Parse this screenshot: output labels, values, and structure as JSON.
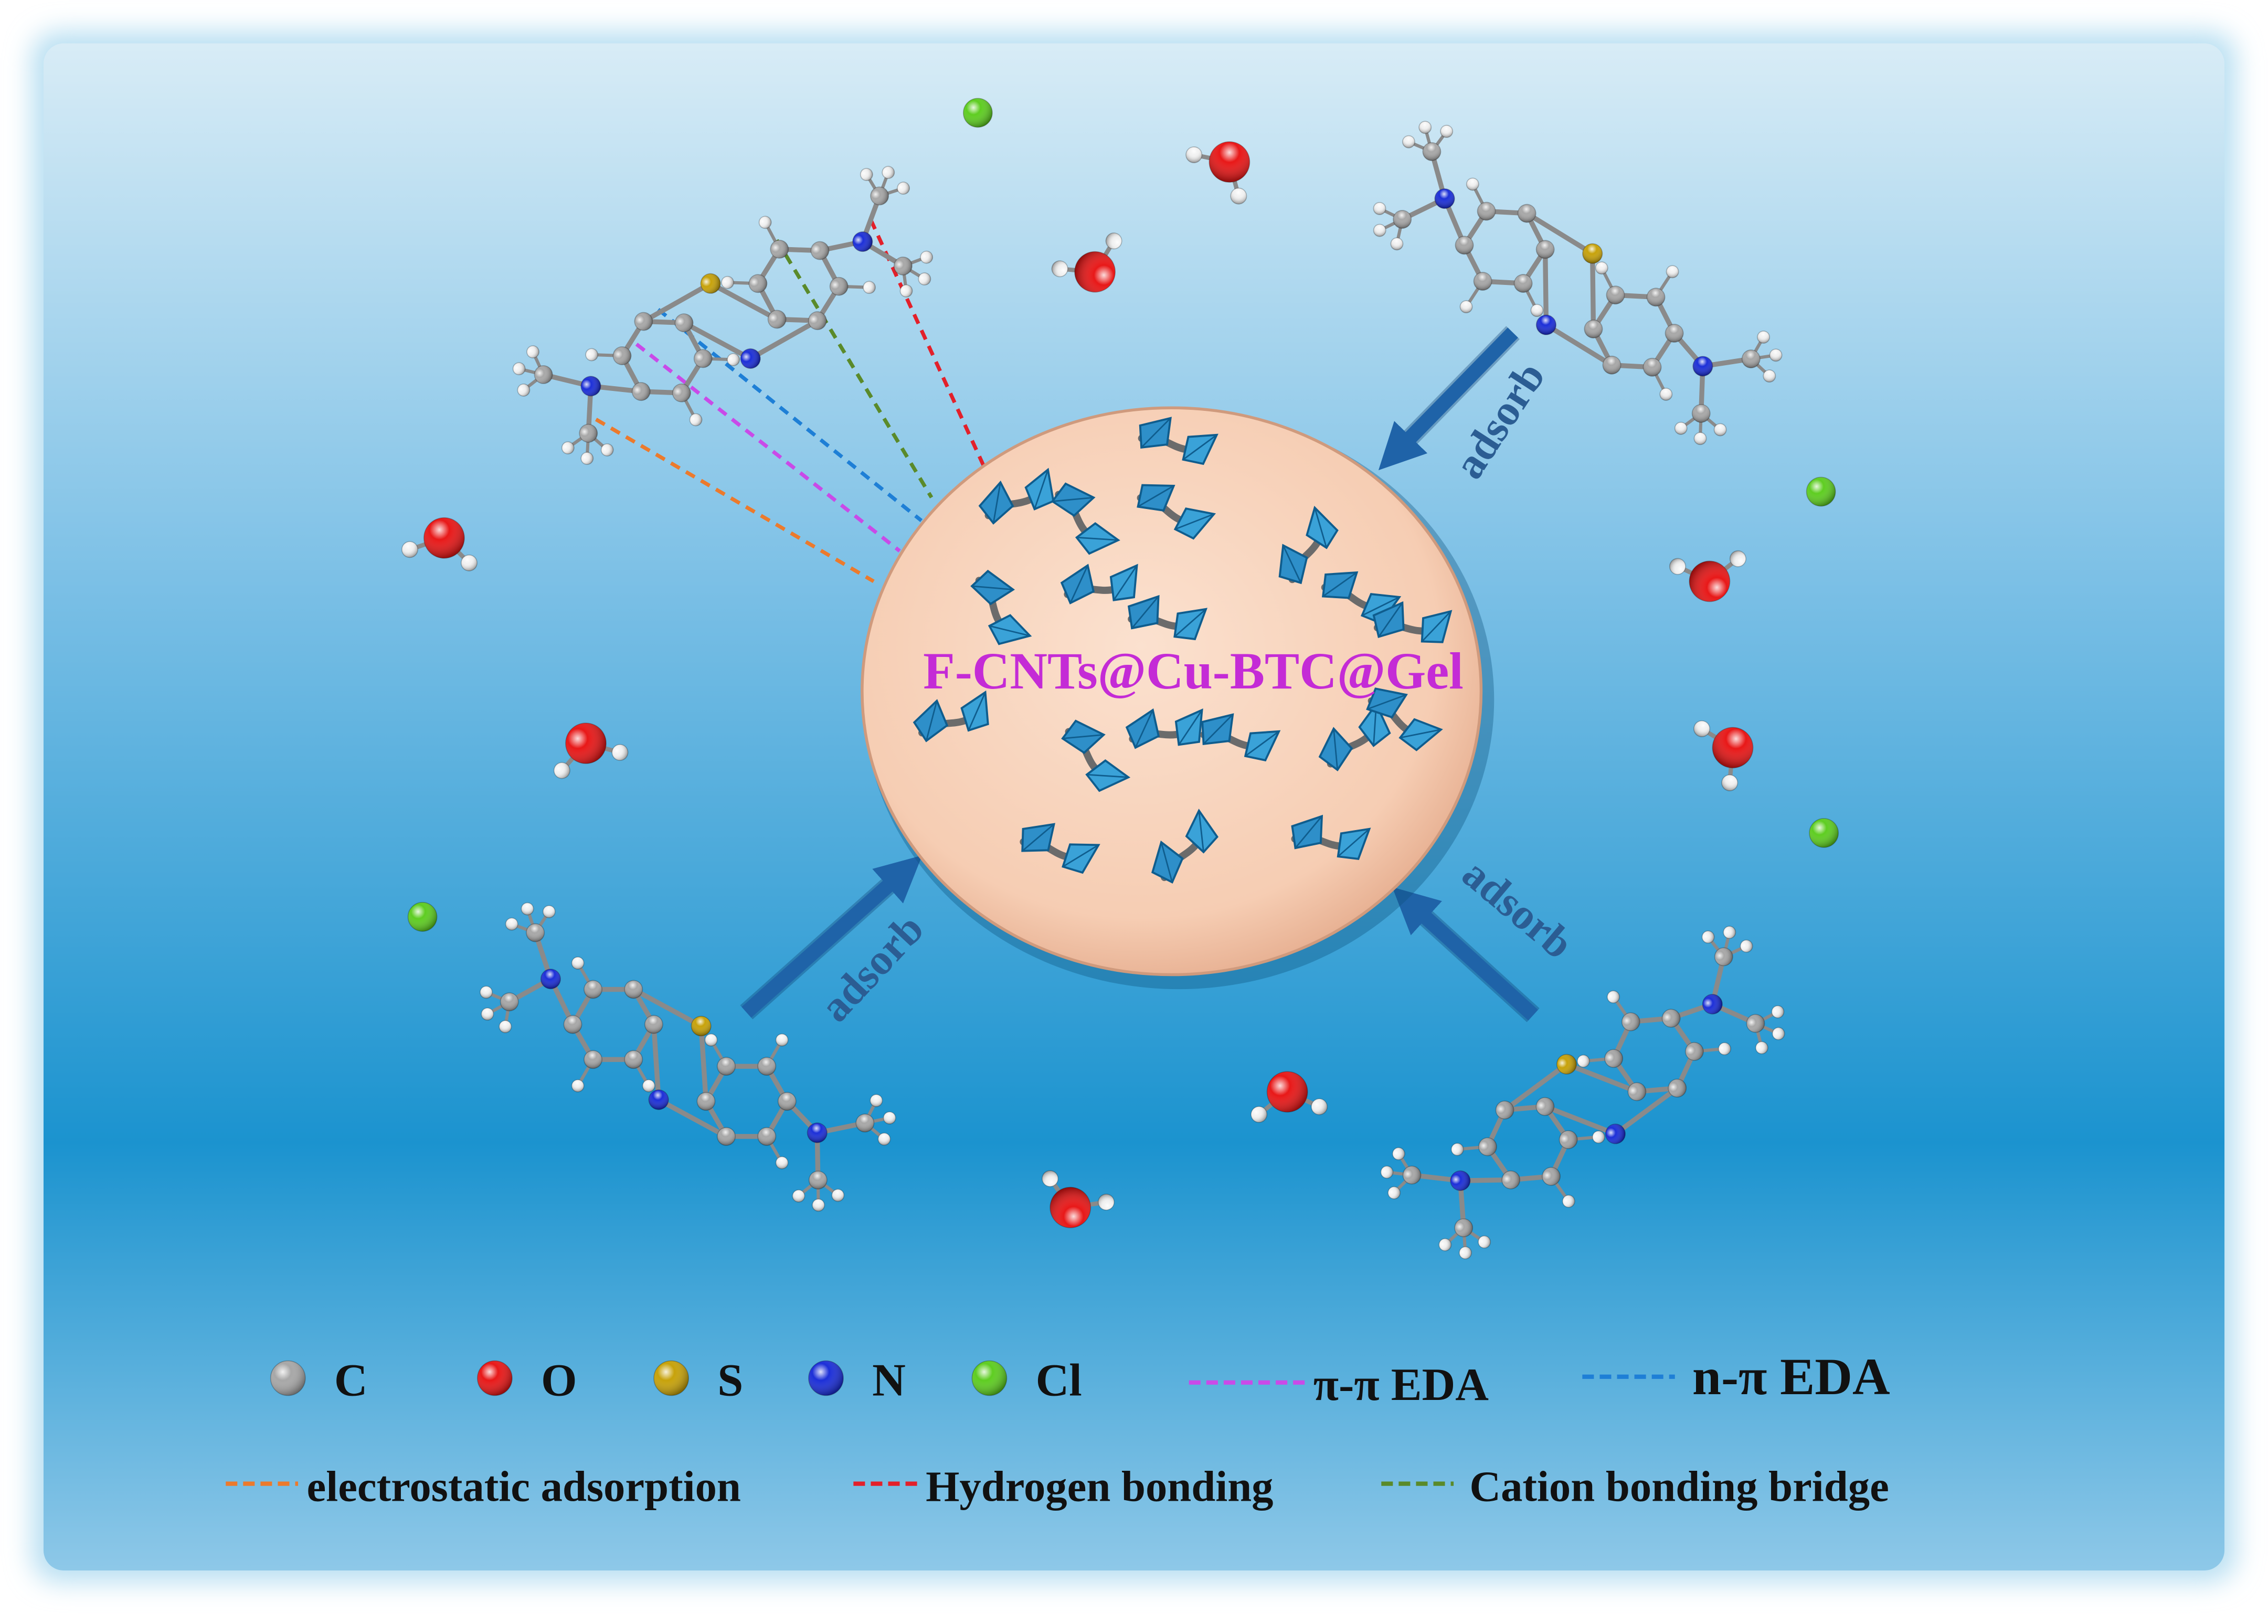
{
  "center": {
    "label": "F-CNTs@Cu-BTC@Gel",
    "fill": "#f8d5bf",
    "label_color": "#c42bd6"
  },
  "arrows": {
    "label": "adsorb",
    "color": "#1f63a8"
  },
  "legend": {
    "atoms": [
      {
        "symbol": "C",
        "color": "#a7a7a7"
      },
      {
        "symbol": "O",
        "color": "#e81818"
      },
      {
        "symbol": "S",
        "color": "#c7a20a"
      },
      {
        "symbol": "N",
        "color": "#1c2fd8"
      },
      {
        "symbol": "Cl",
        "color": "#5ecd21"
      }
    ],
    "interactions": [
      {
        "label": "π-π EDA",
        "color": "#c94ae8"
      },
      {
        "label": "n-π EDA",
        "color": "#1e7fd6"
      },
      {
        "label": "electrostatic adsorption",
        "color": "#ec7a2c"
      },
      {
        "label": "Hydrogen bonding",
        "color": "#e3202a"
      },
      {
        "label": "Cation bonding bridge",
        "color": "#5a8a2a"
      }
    ]
  }
}
